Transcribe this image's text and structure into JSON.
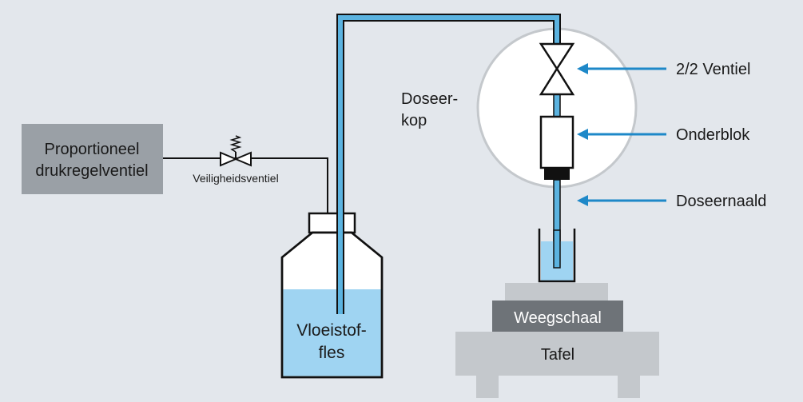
{
  "colors": {
    "background": "#e3e7ec",
    "box_gray": "#9aa0a6",
    "box_gray_light": "#c4c8cc",
    "dark_gray": "#6e7378",
    "tube_blue": "#5bb3e0",
    "liquid_blue": "#9fd4f2",
    "arrow_blue": "#1e88c8",
    "outline": "#111111"
  },
  "labels": {
    "regulator_line1": "Proportioneel",
    "regulator_line2": "drukregelventiel",
    "safety_valve": "Veiligheidsventiel",
    "dosing_head_line1": "Doseer-",
    "dosing_head_line2": "kop",
    "valve": "2/2 Ventiel",
    "lower_block": "Onderblok",
    "needle": "Doseernaald",
    "bottle_line1": "Vloeistof-",
    "bottle_line2": "fles",
    "scale": "Weegschaal",
    "table": "Tafel"
  },
  "icons": [
    "valve-symbol-icon",
    "spring-icon",
    "arrow-left-icon"
  ]
}
